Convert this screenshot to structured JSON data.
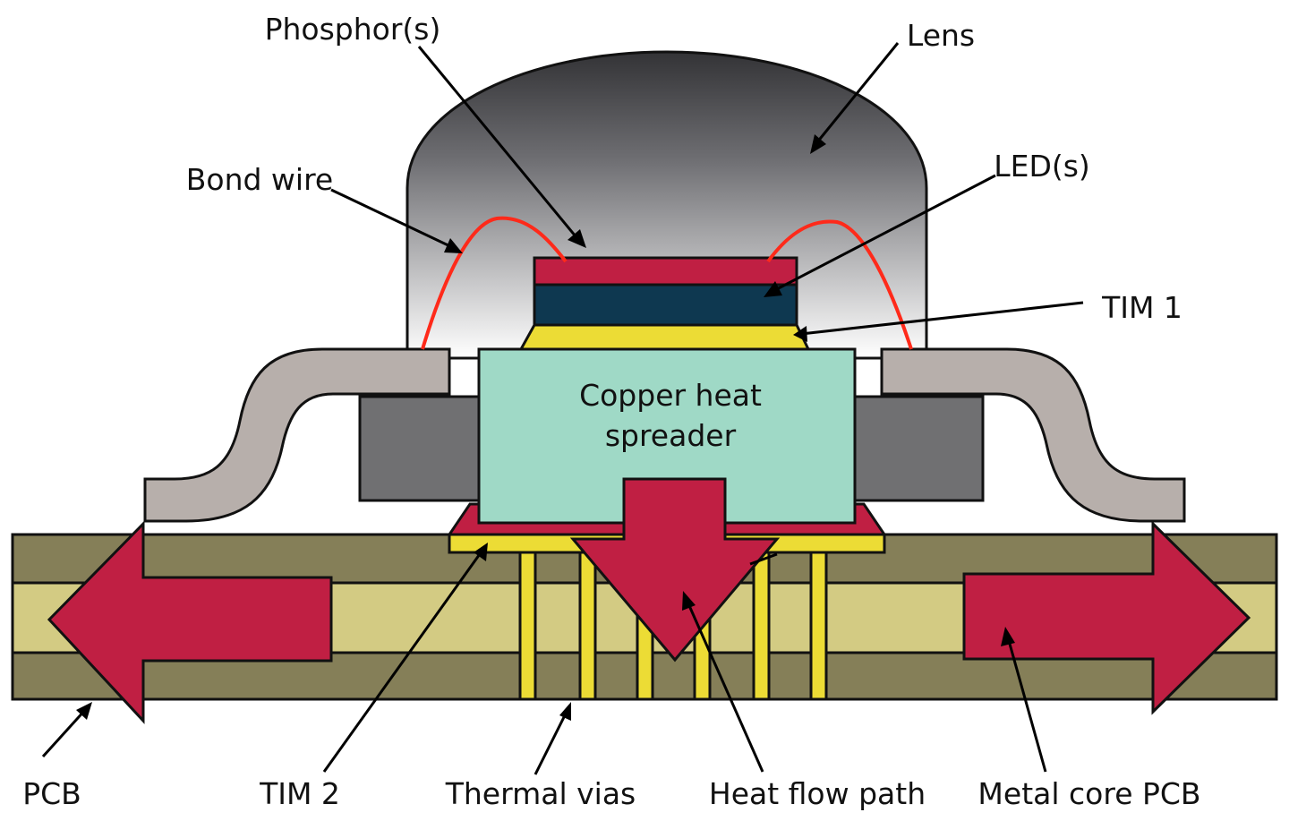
{
  "labels": {
    "phosphor": "Phosphor(s)",
    "lens": "Lens",
    "bond_wire": "Bond wire",
    "led": "LED(s)",
    "tim1": "TIM 1",
    "copper_line1": "Copper heat",
    "copper_line2": "spreader",
    "pcb": "PCB",
    "tim2": "TIM 2",
    "thermal_vias": "Thermal vias",
    "heat_flow_path": "Heat flow path",
    "metal_core_pcb": "Metal core PCB"
  },
  "colors": {
    "pcb_dark_layer": "#857f58",
    "pcb_core_layer": "#d3cb83",
    "heat_arrow": "#c01f43",
    "phosphor": "#c01f43",
    "led": "#0e3850",
    "tim": "#ecdc35",
    "copper": "#9fd9c6",
    "package_body": "#707072",
    "lead_frame": "#b7afab",
    "bond_wire": "#ff2a1a",
    "lens_top": "#333336",
    "lens_bottom": "#ffffff",
    "outline": "#111111"
  }
}
